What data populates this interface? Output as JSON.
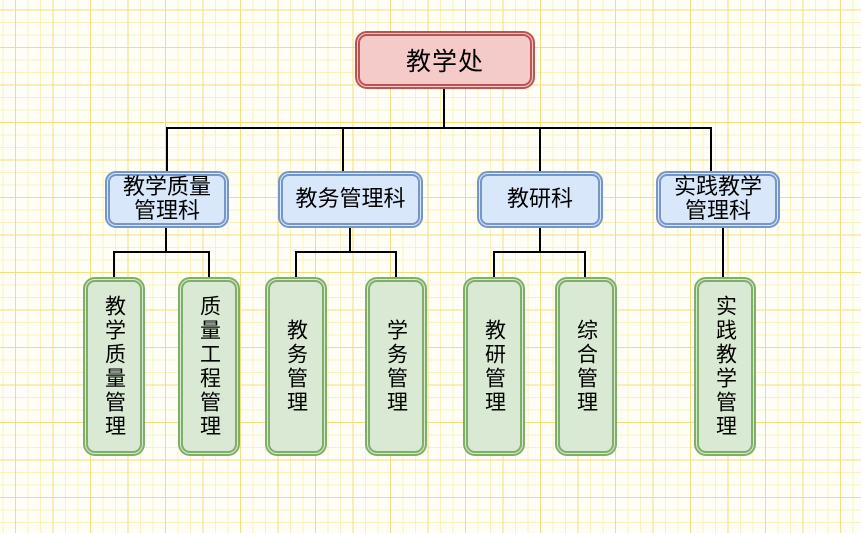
{
  "diagram": {
    "root": {
      "label": "教学处"
    },
    "departments": [
      {
        "lines": [
          "教学质量",
          "管理科"
        ],
        "label": "教学质量管理科"
      },
      {
        "lines": [
          "教务管理科"
        ],
        "label": "教务管理科"
      },
      {
        "lines": [
          "教研科"
        ],
        "label": "教研科"
      },
      {
        "lines": [
          "实践教学",
          "管理科"
        ],
        "label": "实践教学管理科"
      }
    ],
    "units": [
      {
        "label": "教学质量管理"
      },
      {
        "label": "质量工程管理"
      },
      {
        "label": "教务管理"
      },
      {
        "label": "学务管理"
      },
      {
        "label": "教研管理"
      },
      {
        "label": "综合管理"
      },
      {
        "label": "实践教学管理"
      }
    ],
    "colors": {
      "root_fill": "#f4cbc9",
      "root_stroke": "#bc5350",
      "dept_fill": "#d9e7fa",
      "dept_stroke": "#7596c9",
      "unit_fill": "#d9e9d3",
      "unit_stroke": "#7fae68",
      "connector": "#000000",
      "grid_minor": "#faf1bd",
      "grid_major": "#f3dd7c",
      "canvas_background": "#fffef6"
    }
  }
}
